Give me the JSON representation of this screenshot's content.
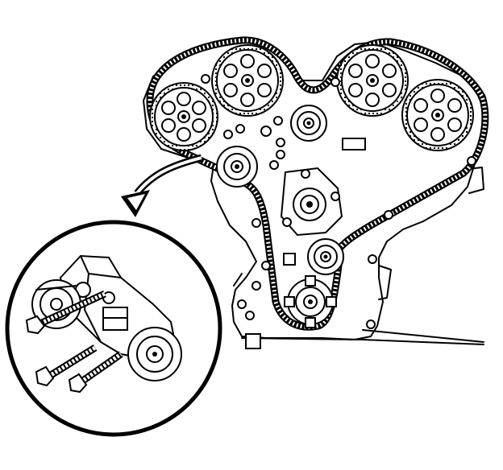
{
  "diagram": {
    "kind": "engine-timing-belt-illustration",
    "labels": [],
    "colors": {
      "line": "#000000",
      "background": "#ffffff"
    },
    "parts": {
      "camshaft_sprockets": 4,
      "idler_pulleys": 2,
      "crankshaft_sprocket": 1,
      "tensioner_detail_bolts": 3
    },
    "callout": {
      "arrow_direction": "down-left",
      "detail_shape": "circle"
    }
  }
}
